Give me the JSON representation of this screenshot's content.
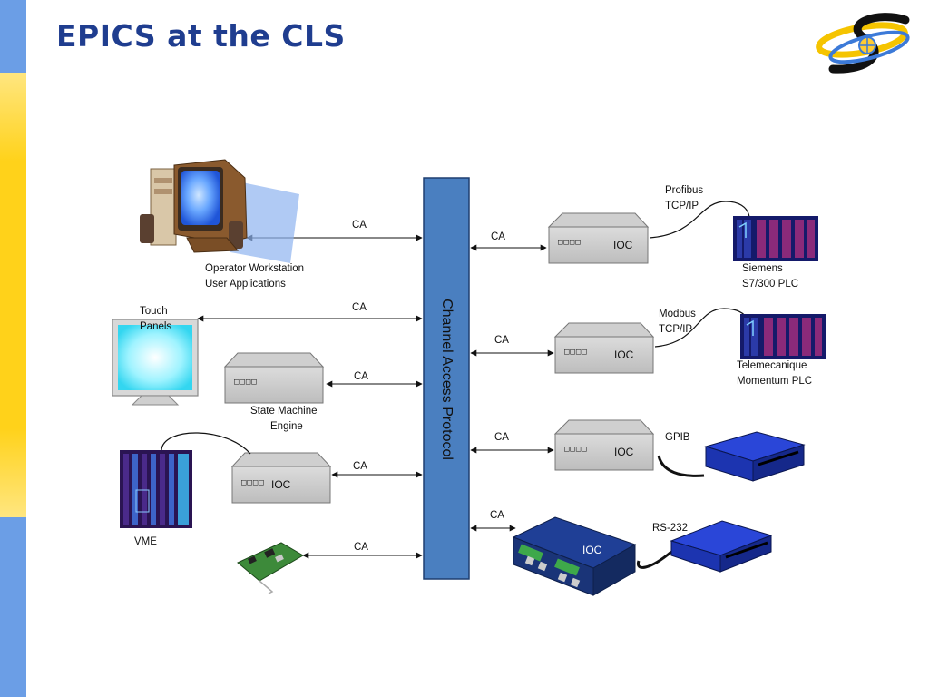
{
  "slide": {
    "title": "EPICS at the CLS",
    "accent_colors": {
      "title": "#1f3d8f",
      "bus": "#4a7fc0",
      "sidebar_blue": "#6b9ee6",
      "sidebar_yellow": "#ffd21a"
    }
  },
  "bus": {
    "label": "Channel Access Protocol"
  },
  "left": {
    "workstation": {
      "label_line1": "Operator Workstation",
      "label_line2": "User Applications",
      "link": "CA"
    },
    "touch_panels": {
      "label_line1": "Touch",
      "label_line2": "Panels",
      "link": "CA"
    },
    "state_machine": {
      "label_line1": "State Machine",
      "label_line2": "Engine",
      "link": "CA",
      "indicator": "□□□□"
    },
    "vme_ioc": {
      "box_label": "IOC",
      "indicator": "□□□□",
      "link": "CA"
    },
    "vme": {
      "label": "VME"
    },
    "pci_card": {
      "link": "CA"
    }
  },
  "right": {
    "ioc1": {
      "box_label": "IOC",
      "indicator": "□□□□",
      "link": "CA",
      "field_line1": "Profibus",
      "field_line2": "TCP/IP",
      "device_line1": "Siemens",
      "device_line2": "S7/300 PLC"
    },
    "ioc2": {
      "box_label": "IOC",
      "indicator": "□□□□",
      "link": "CA",
      "field_line1": "Modbus",
      "field_line2": "TCP/IP",
      "device_line1": "Telemecanique",
      "device_line2": "Momentum PLC"
    },
    "ioc3": {
      "box_label": "IOC",
      "indicator": "□□□□",
      "link": "CA",
      "field": "GPIB"
    },
    "ioc4": {
      "box_label": "IOC",
      "link": "CA",
      "field": "RS-232"
    }
  }
}
